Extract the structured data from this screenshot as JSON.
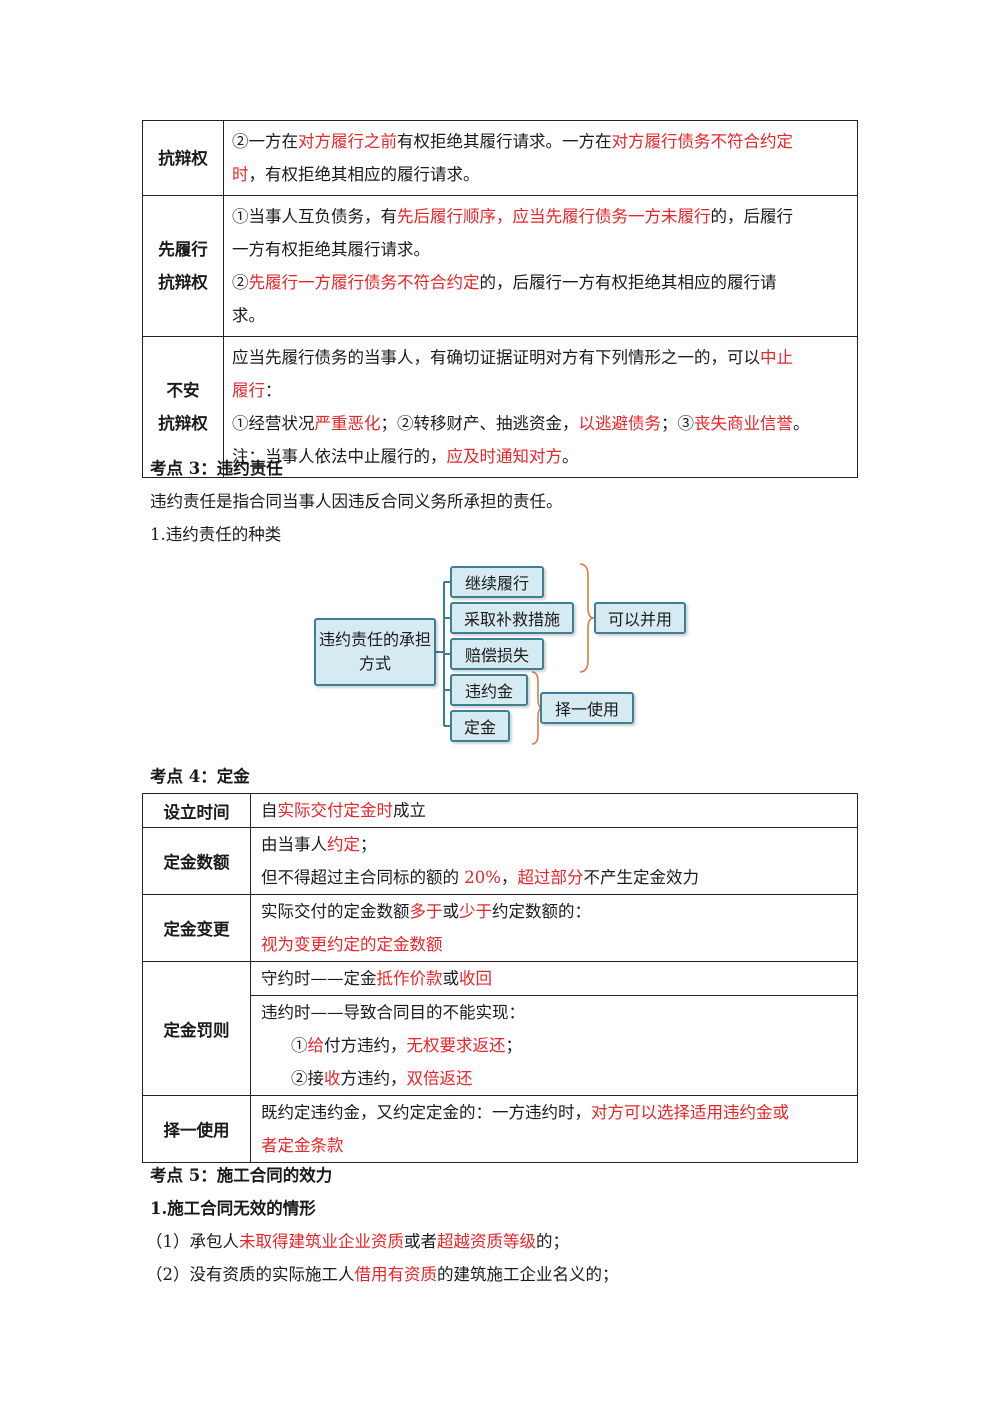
{
  "table1": [
    {
      "label_lines": [
        "抗辩权"
      ],
      "content_lines": [
        [
          {
            "t": "②一方在"
          },
          {
            "t": "对方履行之前",
            "r": true
          },
          {
            "t": "有权拒绝其履行请求。一方在"
          },
          {
            "t": "对方履行债务不符合约定",
            "r": true
          }
        ],
        [
          {
            "t": "时",
            "r": true
          },
          {
            "t": "，有权拒绝其相应的履行请求。"
          }
        ]
      ]
    },
    {
      "label_lines": [
        "先履行",
        "抗辩权"
      ],
      "content_lines": [
        [
          {
            "t": "①当事人互负债务，有"
          },
          {
            "t": "先后履行顺序，应当先履行债务一方未履行",
            "r": true
          },
          {
            "t": "的，后履行"
          }
        ],
        [
          {
            "t": "一方有权拒绝其履行请求。"
          }
        ],
        [
          {
            "t": "②"
          },
          {
            "t": "先履行一方履行债务不符合约定",
            "r": true
          },
          {
            "t": "的，后履行一方有权拒绝其相应的履行请"
          }
        ],
        [
          {
            "t": "求。"
          }
        ]
      ]
    },
    {
      "label_lines": [
        "不安",
        "抗辩权"
      ],
      "content_lines": [
        [
          {
            "t": "应当先履行债务的当事人，有确切证据证明对方有下列情形之一的，可以"
          },
          {
            "t": "中止",
            "r": true
          }
        ],
        [
          {
            "t": "履行",
            "r": true
          },
          {
            "t": "："
          }
        ],
        [
          {
            "t": "①经营状况"
          },
          {
            "t": "严重恶化",
            "r": true
          },
          {
            "t": "；②转移财产、抽逃资金，"
          },
          {
            "t": "以逃避债务",
            "r": true
          },
          {
            "t": "；③"
          },
          {
            "t": "丧失商业信誉",
            "r": true
          },
          {
            "t": "。"
          }
        ],
        [
          {
            "t": "注：当事人依法中止履行的，"
          },
          {
            "t": "应及时通知对方",
            "r": true
          },
          {
            "t": "。"
          }
        ]
      ]
    }
  ],
  "section3": {
    "heading": "考点 3：违约责任",
    "intro": "违约责任是指合同当事人因违反合同义务所承担的责任。",
    "sub": "1.违约责任的种类"
  },
  "diagram": {
    "root": "违约责任的承担方式",
    "items": [
      "继续履行",
      "采取补救措施",
      "赔偿损失",
      "违约金",
      "定金"
    ],
    "group1_label": "可以并用",
    "group2_label": "择一使用",
    "line_color": "#3f7f94",
    "brace_color": "#e07a4a"
  },
  "section4": {
    "heading": "考点 4：定金"
  },
  "table2": {
    "rows": [
      {
        "label": "设立时间",
        "lines": [
          [
            {
              "t": "自"
            },
            {
              "t": "实际交付定金时",
              "r": true
            },
            {
              "t": "成立"
            }
          ]
        ]
      },
      {
        "label": "定金数额",
        "lines": [
          [
            {
              "t": "由当事人"
            },
            {
              "t": "约定",
              "r": true
            },
            {
              "t": "；"
            }
          ],
          [
            {
              "t": "但不得超过主合同标的额的 "
            },
            {
              "t": "20%",
              "r": true
            },
            {
              "t": "，"
            },
            {
              "t": "超过部分",
              "r": true
            },
            {
              "t": "不产生定金效力"
            }
          ]
        ]
      },
      {
        "label": "定金变更",
        "lines": [
          [
            {
              "t": "实际交付的定金数额"
            },
            {
              "t": "多于",
              "r": true
            },
            {
              "t": "或"
            },
            {
              "t": "少于",
              "r": true
            },
            {
              "t": "约定数额的："
            }
          ],
          [
            {
              "t": "视为变更约定的定金数额",
              "r": true
            }
          ]
        ]
      },
      {
        "label": "定金罚则",
        "sub": [
          [
            [
              {
                "t": "守约时——定金"
              },
              {
                "t": "抵作价款",
                "r": true
              },
              {
                "t": "或"
              },
              {
                "t": "收回",
                "r": true
              }
            ]
          ],
          [
            [
              {
                "t": "违约时——导致合同目的不能实现："
              }
            ],
            [
              {
                "t": "①"
              },
              {
                "t": "给",
                "r": true
              },
              {
                "t": "付方违约，"
              },
              {
                "t": "无权要求返还",
                "r": true
              },
              {
                "t": "；"
              }
            ],
            [
              {
                "t": "②接"
              },
              {
                "t": "收",
                "r": true
              },
              {
                "t": "方违约，"
              },
              {
                "t": "双倍返还",
                "r": true
              }
            ]
          ]
        ]
      },
      {
        "label": "择一使用",
        "lines": [
          [
            {
              "t": "既约定违约金，又约定定金的：一方违约时，"
            },
            {
              "t": "对方可以选择适用违约金或",
              "r": true
            }
          ],
          [
            {
              "t": "者定金条款",
              "r": true
            }
          ]
        ]
      }
    ]
  },
  "section5": {
    "heading": "考点 5：施工合同的效力",
    "sub": "1.施工合同无效的情形",
    "items": [
      [
        {
          "t": "（1）承包人"
        },
        {
          "t": "未取得建筑业企业资质",
          "r": true
        },
        {
          "t": "或者"
        },
        {
          "t": "超越资质等级",
          "r": true
        },
        {
          "t": "的；"
        }
      ],
      [
        {
          "t": "（2）没有资质的实际施工人"
        },
        {
          "t": "借用有资质",
          "r": true
        },
        {
          "t": "的建筑施工企业名义的；"
        }
      ]
    ]
  }
}
